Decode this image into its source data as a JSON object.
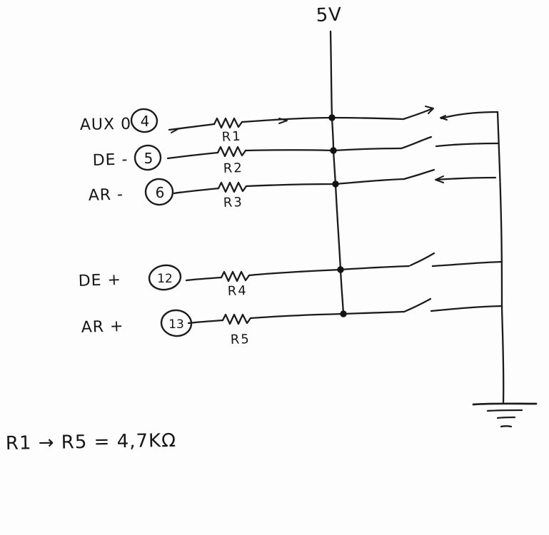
{
  "diagram": {
    "supply_label": "5V",
    "rows": [
      {
        "label": "AUX 0",
        "pin": "4",
        "resistor": "R1"
      },
      {
        "label": "DE -",
        "pin": "5",
        "resistor": "R2"
      },
      {
        "label": "AR -",
        "pin": "6",
        "resistor": "R3"
      },
      {
        "label": "DE +",
        "pin": "12",
        "resistor": "R4"
      },
      {
        "label": "AR +",
        "pin": "13",
        "resistor": "R5"
      }
    ],
    "note": "R1 → R5 = 4,7KΩ",
    "colors": {
      "ink": "#1b1b1b",
      "paper": "#fdfdfd"
    }
  }
}
